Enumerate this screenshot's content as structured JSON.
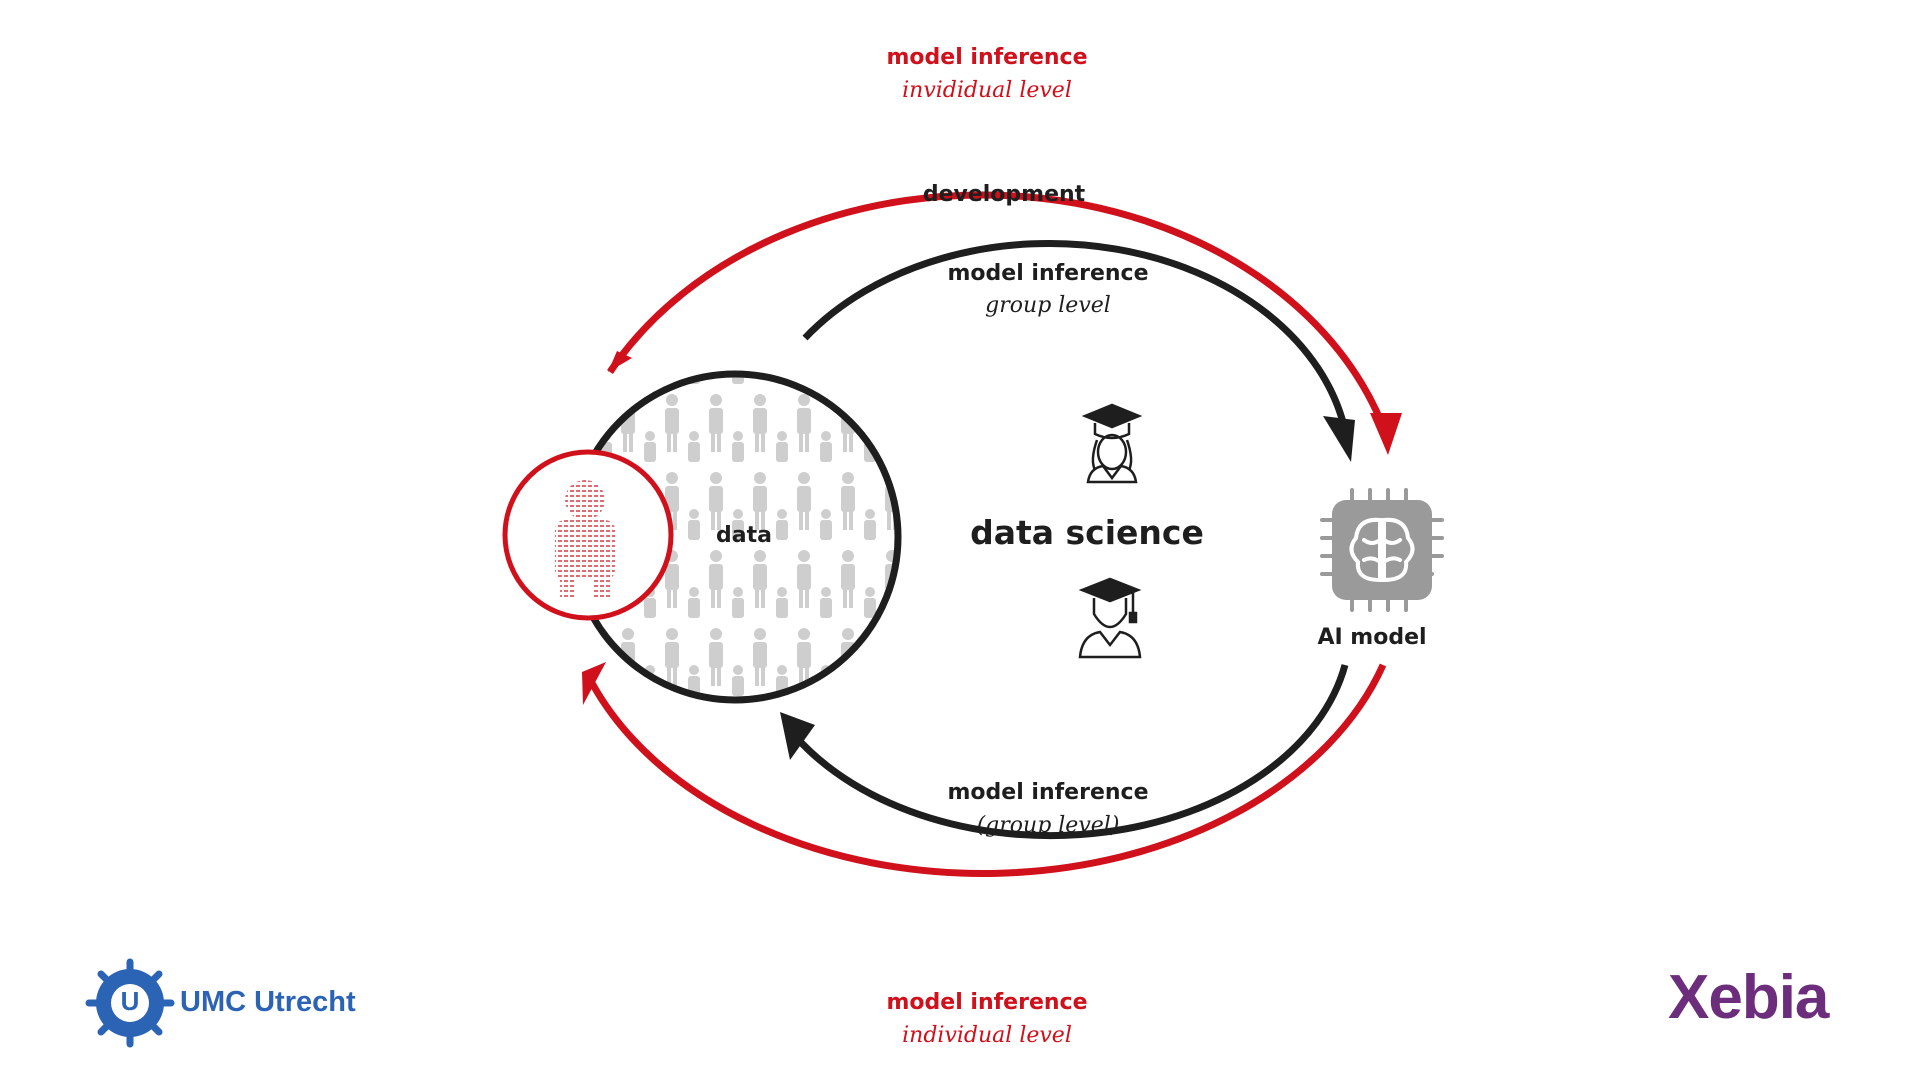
{
  "labels": {
    "top_outer_title": "model inference",
    "top_outer_sub": "invididual level",
    "top_inner_title": "development",
    "top_mid_title": "model inference",
    "top_mid_sub": "group level",
    "center": "data science",
    "data": "data",
    "ai_model": "AI model",
    "bottom_inner_title": "model inference",
    "bottom_inner_sub": "(group level)",
    "bottom_outer_title": "model inference",
    "bottom_outer_sub": "individual level"
  },
  "logos": {
    "umc": "UMC Utrecht",
    "umc_mark": "U",
    "xebia": "Xebia"
  },
  "colors": {
    "red": "#d0101b",
    "dark": "#1e1e1e",
    "gray": "#9a9a9a",
    "umc_blue": "#2b63b5",
    "xebia_purple": "#6b2d7c"
  },
  "icons": [
    "graduate-woman-icon",
    "graduate-man-icon",
    "ai-chip-brain-icon",
    "people-crowd-pattern",
    "person-pattern-icon"
  ]
}
